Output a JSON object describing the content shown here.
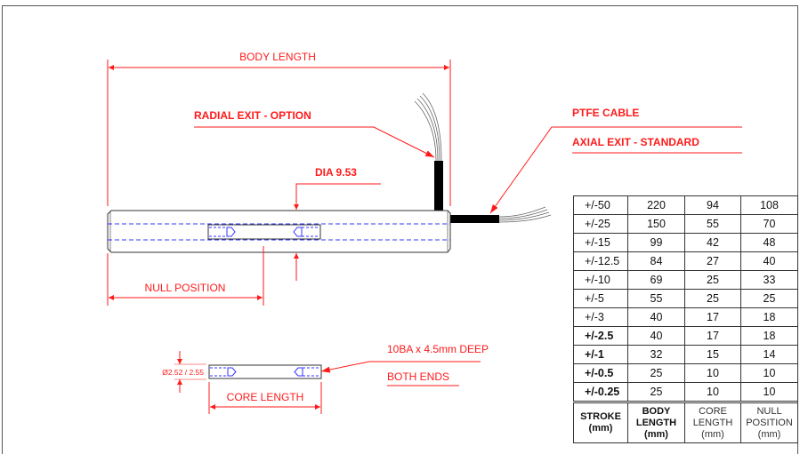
{
  "labels": {
    "body_length": "BODY LENGTH",
    "radial_exit": "RADIAL EXIT - OPTION",
    "ptfe_cable": "PTFE CABLE",
    "axial_exit": "AXIAL EXIT - STANDARD",
    "dia": "DIA 9.53",
    "null_position": "NULL POSITION",
    "core_dia": "Ø2.52 / 2.55",
    "thread": "10BA x 4.5mm DEEP",
    "both_ends": "BOTH ENDS",
    "core_length": "CORE LENGTH"
  },
  "colors": {
    "dimension": "#ff1a1a",
    "hidden_line": "#3333ff",
    "outline": "#333333",
    "cable": "#000000"
  },
  "table": {
    "rows": [
      {
        "stroke": "+/-50",
        "body_length": "220",
        "core_length": "94",
        "null_position": "108",
        "bold": false
      },
      {
        "stroke": "+/-25",
        "body_length": "150",
        "core_length": "55",
        "null_position": "70",
        "bold": false
      },
      {
        "stroke": "+/-15",
        "body_length": "99",
        "core_length": "42",
        "null_position": "48",
        "bold": false
      },
      {
        "stroke": "+/-12.5",
        "body_length": "84",
        "core_length": "27",
        "null_position": "40",
        "bold": false
      },
      {
        "stroke": "+/-10",
        "body_length": "69",
        "core_length": "25",
        "null_position": "33",
        "bold": false
      },
      {
        "stroke": "+/-5",
        "body_length": "55",
        "core_length": "25",
        "null_position": "25",
        "bold": false
      },
      {
        "stroke": "+/-3",
        "body_length": "40",
        "core_length": "17",
        "null_position": "18",
        "bold": false
      },
      {
        "stroke": "+/-2.5",
        "body_length": "40",
        "core_length": "17",
        "null_position": "18",
        "bold": true
      },
      {
        "stroke": "+/-1",
        "body_length": "32",
        "core_length": "15",
        "null_position": "14",
        "bold": true
      },
      {
        "stroke": "+/-0.5",
        "body_length": "25",
        "core_length": "10",
        "null_position": "10",
        "bold": true
      },
      {
        "stroke": "+/-0.25",
        "body_length": "25",
        "core_length": "10",
        "null_position": "10",
        "bold": true
      }
    ],
    "headers": {
      "stroke": [
        "STROKE",
        "(mm)"
      ],
      "body_length": [
        "BODY",
        "LENGTH",
        "(mm)"
      ],
      "core_length": [
        "CORE",
        "LENGTH",
        "(mm)"
      ],
      "null_position": [
        "NULL",
        "POSITION",
        "(mm)"
      ]
    }
  }
}
